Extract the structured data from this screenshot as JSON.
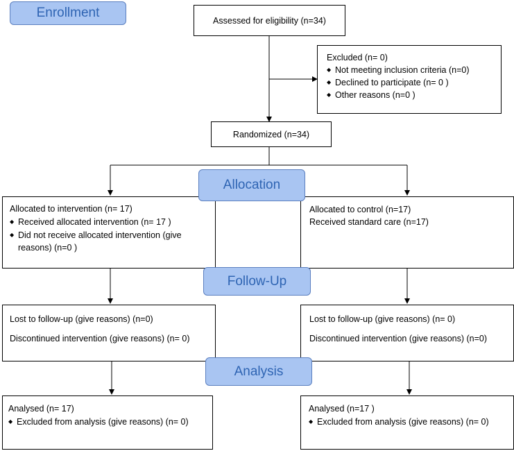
{
  "stages": {
    "enrollment": "Enrollment",
    "allocation": "Allocation",
    "followup": "Follow-Up",
    "analysis": "Analysis"
  },
  "assessed": "Assessed for eligibility (n=34)",
  "excluded": {
    "title": "Excluded (n= 0)",
    "items": [
      "Not meeting inclusion criteria (n=0)",
      "Declined to participate (n= 0 )",
      "Other reasons (n=0  )"
    ]
  },
  "randomized": "Randomized (n=34)",
  "intervention": {
    "allocated": "Allocated to intervention (n= 17)",
    "items": [
      "Received allocated intervention (n= 17 )",
      "Did not receive allocated intervention (give reasons) (n=0 )"
    ],
    "lost": "Lost to follow-up (give reasons) (n=0)",
    "discontinued": "Discontinued intervention (give reasons) (n= 0)",
    "analysed": "Analysed  (n= 17)",
    "excluded_analysis": "Excluded from analysis (give reasons) (n= 0)"
  },
  "control": {
    "allocated": "Allocated to control (n=17)",
    "received": "Received standard care (n=17)",
    "lost": "Lost to follow-up (give reasons) (n= 0)",
    "discontinued": "Discontinued intervention (give reasons) (n=0)",
    "analysed": "Analysed  (n=17 )",
    "excluded_analysis": "Excluded from analysis (give reasons) (n= 0)"
  },
  "bullet_glyph": "◆"
}
